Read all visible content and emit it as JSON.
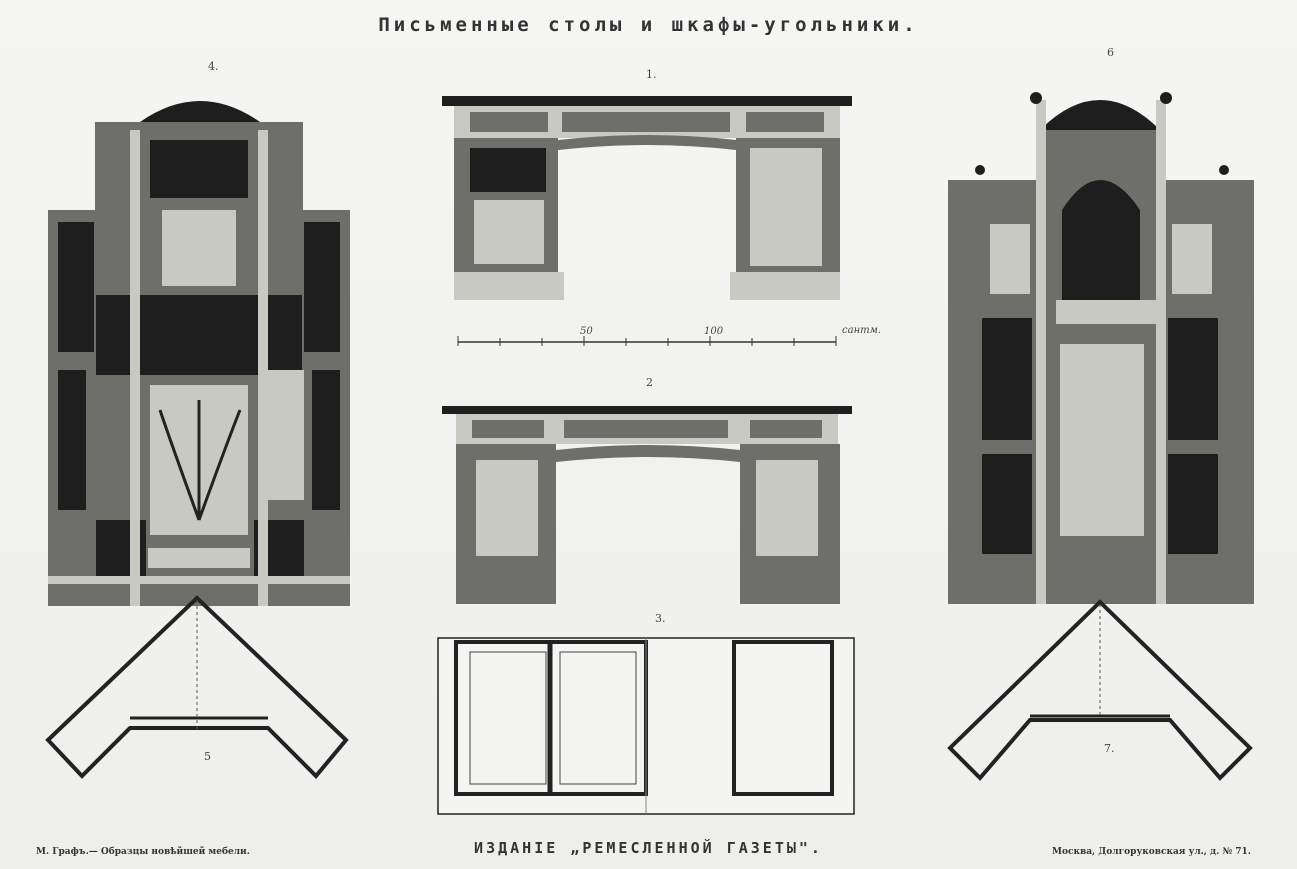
{
  "title": "Письменные столы и шкафы-угольники.",
  "figures": {
    "fig1": "1.",
    "fig2": "2",
    "fig3": "3.",
    "fig4": "4.",
    "fig5": "5",
    "fig6": "6",
    "fig7": "7."
  },
  "scale": {
    "label": "сантм.",
    "tick_50": "50",
    "tick_100": "100"
  },
  "footer": {
    "left": "М. Графъ.— Образцы новѣйшей мебели.",
    "center": "ИЗДАНІЕ „РЕМЕСЛЕННОЙ ГАЗЕТЫ\".",
    "right": "Москва, Долгоруковская ул., д. № 71."
  }
}
